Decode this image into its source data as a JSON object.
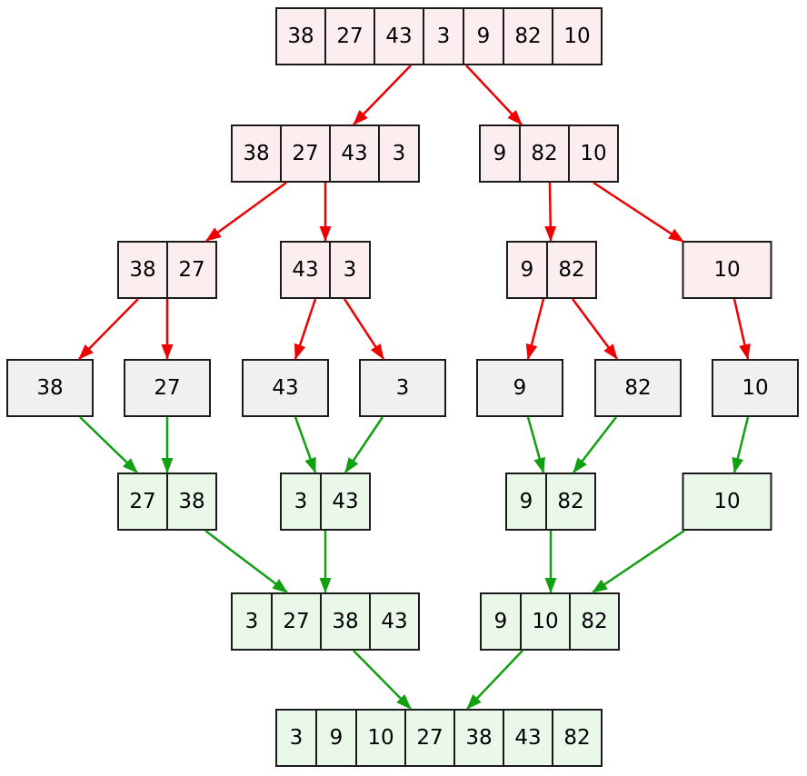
{
  "colors": {
    "background": "#ffffff",
    "border": "#1b1b1b",
    "text": "#000000",
    "split_fill": "#fceeee",
    "single_fill": "#f0f0f0",
    "merged_fill": "#eaf8ea",
    "split_arrow": "#ee0000",
    "merge_arrow": "#10a010"
  },
  "nodes": [
    {
      "id": "n0",
      "level": 0,
      "stage": "split",
      "cells": [
        "38",
        "27",
        "43",
        "3",
        "9",
        "82",
        "10"
      ]
    },
    {
      "id": "n1",
      "level": 1,
      "stage": "split",
      "cells": [
        "38",
        "27",
        "43",
        "3"
      ]
    },
    {
      "id": "n2",
      "level": 1,
      "stage": "split",
      "cells": [
        "9",
        "82",
        "10"
      ]
    },
    {
      "id": "n3",
      "level": 2,
      "stage": "split",
      "cells": [
        "38",
        "27"
      ]
    },
    {
      "id": "n4",
      "level": 2,
      "stage": "split",
      "cells": [
        "43",
        "3"
      ]
    },
    {
      "id": "n5",
      "level": 2,
      "stage": "split",
      "cells": [
        "9",
        "82"
      ]
    },
    {
      "id": "n6",
      "level": 2,
      "stage": "split",
      "cells": [
        "10"
      ]
    },
    {
      "id": "n7",
      "level": 3,
      "stage": "single",
      "cells": [
        "38"
      ]
    },
    {
      "id": "n8",
      "level": 3,
      "stage": "single",
      "cells": [
        "27"
      ]
    },
    {
      "id": "n9",
      "level": 3,
      "stage": "single",
      "cells": [
        "43"
      ]
    },
    {
      "id": "n10",
      "level": 3,
      "stage": "single",
      "cells": [
        "3"
      ]
    },
    {
      "id": "n11",
      "level": 3,
      "stage": "single",
      "cells": [
        "9"
      ]
    },
    {
      "id": "n12",
      "level": 3,
      "stage": "single",
      "cells": [
        "82"
      ]
    },
    {
      "id": "n13",
      "level": 3,
      "stage": "single",
      "cells": [
        "10"
      ]
    },
    {
      "id": "n14",
      "level": 4,
      "stage": "merged",
      "cells": [
        "27",
        "38"
      ]
    },
    {
      "id": "n15",
      "level": 4,
      "stage": "merged",
      "cells": [
        "3",
        "43"
      ]
    },
    {
      "id": "n16",
      "level": 4,
      "stage": "merged",
      "cells": [
        "9",
        "82"
      ]
    },
    {
      "id": "n17",
      "level": 4,
      "stage": "merged",
      "cells": [
        "10"
      ]
    },
    {
      "id": "n18",
      "level": 5,
      "stage": "merged",
      "cells": [
        "3",
        "27",
        "38",
        "43"
      ]
    },
    {
      "id": "n19",
      "level": 5,
      "stage": "merged",
      "cells": [
        "9",
        "10",
        "82"
      ]
    },
    {
      "id": "n20",
      "level": 6,
      "stage": "merged",
      "cells": [
        "3",
        "9",
        "10",
        "27",
        "38",
        "43",
        "82"
      ]
    }
  ],
  "edges": [
    {
      "from": "n0",
      "to": "n1",
      "type": "split"
    },
    {
      "from": "n0",
      "to": "n2",
      "type": "split"
    },
    {
      "from": "n1",
      "to": "n3",
      "type": "split"
    },
    {
      "from": "n1",
      "to": "n4",
      "type": "split"
    },
    {
      "from": "n2",
      "to": "n5",
      "type": "split"
    },
    {
      "from": "n2",
      "to": "n6",
      "type": "split"
    },
    {
      "from": "n3",
      "to": "n7",
      "type": "split"
    },
    {
      "from": "n3",
      "to": "n8",
      "type": "split"
    },
    {
      "from": "n4",
      "to": "n9",
      "type": "split"
    },
    {
      "from": "n4",
      "to": "n10",
      "type": "split"
    },
    {
      "from": "n5",
      "to": "n11",
      "type": "split"
    },
    {
      "from": "n5",
      "to": "n12",
      "type": "split"
    },
    {
      "from": "n6",
      "to": "n13",
      "type": "split"
    },
    {
      "from": "n7",
      "to": "n14",
      "type": "merge"
    },
    {
      "from": "n8",
      "to": "n14",
      "type": "merge"
    },
    {
      "from": "n9",
      "to": "n15",
      "type": "merge"
    },
    {
      "from": "n10",
      "to": "n15",
      "type": "merge"
    },
    {
      "from": "n11",
      "to": "n16",
      "type": "merge"
    },
    {
      "from": "n12",
      "to": "n16",
      "type": "merge"
    },
    {
      "from": "n13",
      "to": "n17",
      "type": "merge"
    },
    {
      "from": "n14",
      "to": "n18",
      "type": "merge"
    },
    {
      "from": "n15",
      "to": "n18",
      "type": "merge"
    },
    {
      "from": "n16",
      "to": "n19",
      "type": "merge"
    },
    {
      "from": "n17",
      "to": "n19",
      "type": "merge"
    },
    {
      "from": "n18",
      "to": "n20",
      "type": "merge"
    },
    {
      "from": "n19",
      "to": "n20",
      "type": "merge"
    }
  ]
}
